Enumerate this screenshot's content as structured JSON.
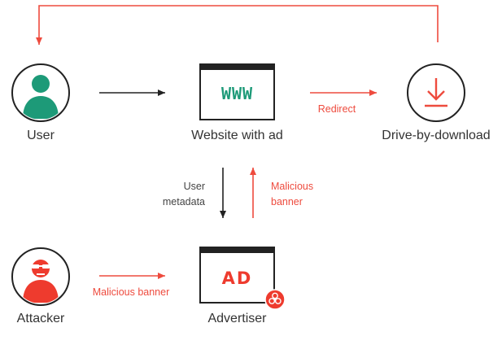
{
  "nodes": {
    "user": {
      "label": "User",
      "icon": "user-icon",
      "color": "#1d9a78"
    },
    "website": {
      "label": "Website with ad",
      "box_text": "WWW",
      "icon": "browser-window-icon"
    },
    "download": {
      "label": "Drive-by-download",
      "icon": "download-icon"
    },
    "attacker": {
      "label": "Attacker",
      "icon": "attacker-icon"
    },
    "advertiser": {
      "label": "Advertiser",
      "box_text": "AD",
      "icon": "browser-window-icon",
      "badge_icon": "biohazard-icon"
    }
  },
  "edges": {
    "redirect": {
      "label": "Redirect"
    },
    "user_metadata": {
      "line1": "User",
      "line2": "metadata"
    },
    "malicious_banner_up": {
      "line1": "Malicious",
      "line2": "banner"
    },
    "malicious_banner_attacker": {
      "label": "Malicious banner"
    }
  },
  "colors": {
    "red": "#ee4b3e",
    "green": "#1d9a78",
    "dark": "#222222"
  }
}
